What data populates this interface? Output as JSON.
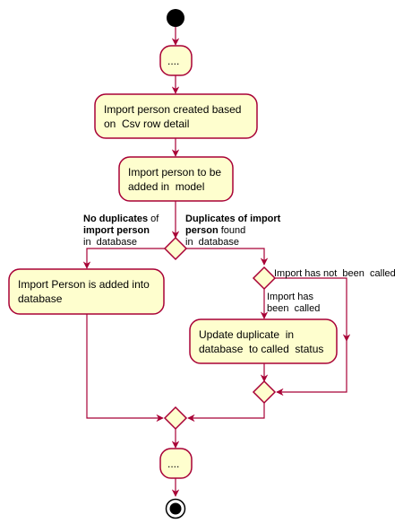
{
  "colors": {
    "node_fill": "#FEFECE",
    "node_stroke": "#A80036",
    "arrow": "#A80036",
    "start": "#000000"
  },
  "nodes": {
    "ellipsis_top": "....",
    "import_created": "Import person created based\non  Csv row detail",
    "to_be_added": "Import person to be\nadded in  model",
    "added_into_db": "Import Person is added into\ndatabase",
    "update_duplicate": "Update duplicate  in\ndatabase  to called  status",
    "ellipsis_bottom": "...."
  },
  "branches": {
    "left_bold_1": "No duplicates",
    "left_rest_1": " of",
    "left_bold_2": "import person",
    "left_line_3": "in  database",
    "right_bold_1": "Duplicates of import",
    "right_bold_2": "person",
    "right_rest_2": " found",
    "right_line_3": "in  database",
    "not_called": "Import has not  been  called",
    "called_line_1": "Import has",
    "called_line_2": "been  called"
  }
}
